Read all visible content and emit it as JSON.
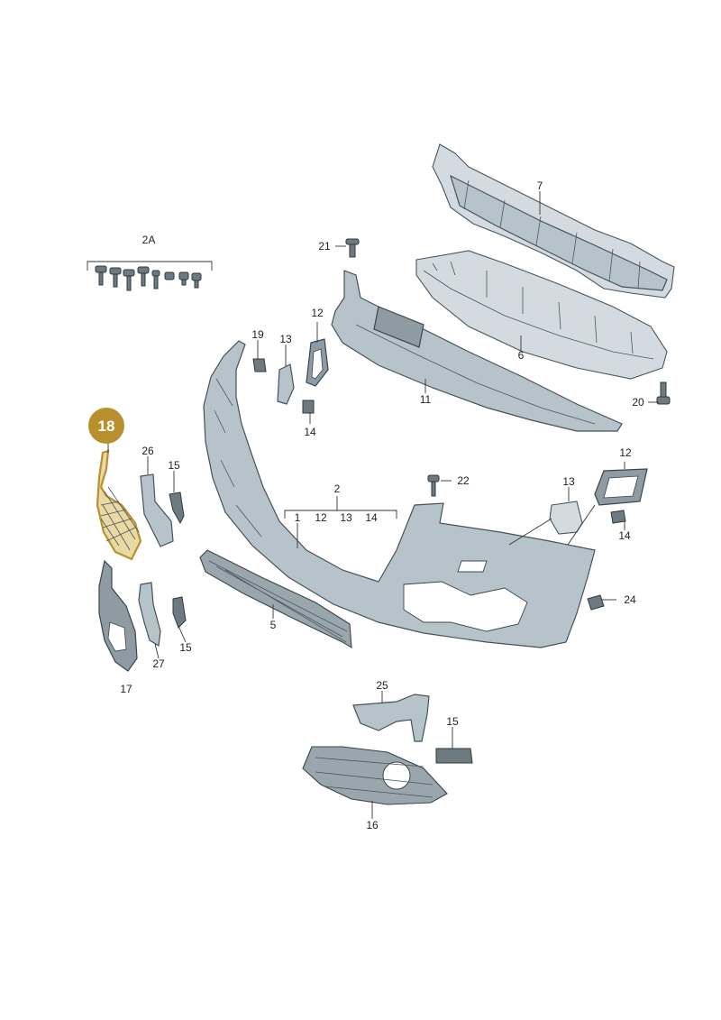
{
  "highlight": {
    "number": "18",
    "color": "#b8902e",
    "part_fill": "#e9d9a5"
  },
  "colors": {
    "part": "#b7c3ca",
    "outline": "#46525a",
    "label": "#222222"
  },
  "labels": {
    "l2A": "2A",
    "l7": "7",
    "l21": "21",
    "l6": "6",
    "l12a": "12",
    "l19": "19",
    "l13a": "13",
    "l11": "11",
    "l20": "20",
    "l14a": "14",
    "l26": "26",
    "l15a": "15",
    "l22": "22",
    "l2": "2",
    "l1": "1",
    "l12b": "12",
    "l13b": "13",
    "l14b": "14",
    "l13c": "13",
    "l12c": "12",
    "l14c": "14",
    "l24": "24",
    "l5": "5",
    "l15b": "15",
    "l27": "27",
    "l17": "17",
    "l25": "25",
    "l15c": "15",
    "l16": "16"
  }
}
